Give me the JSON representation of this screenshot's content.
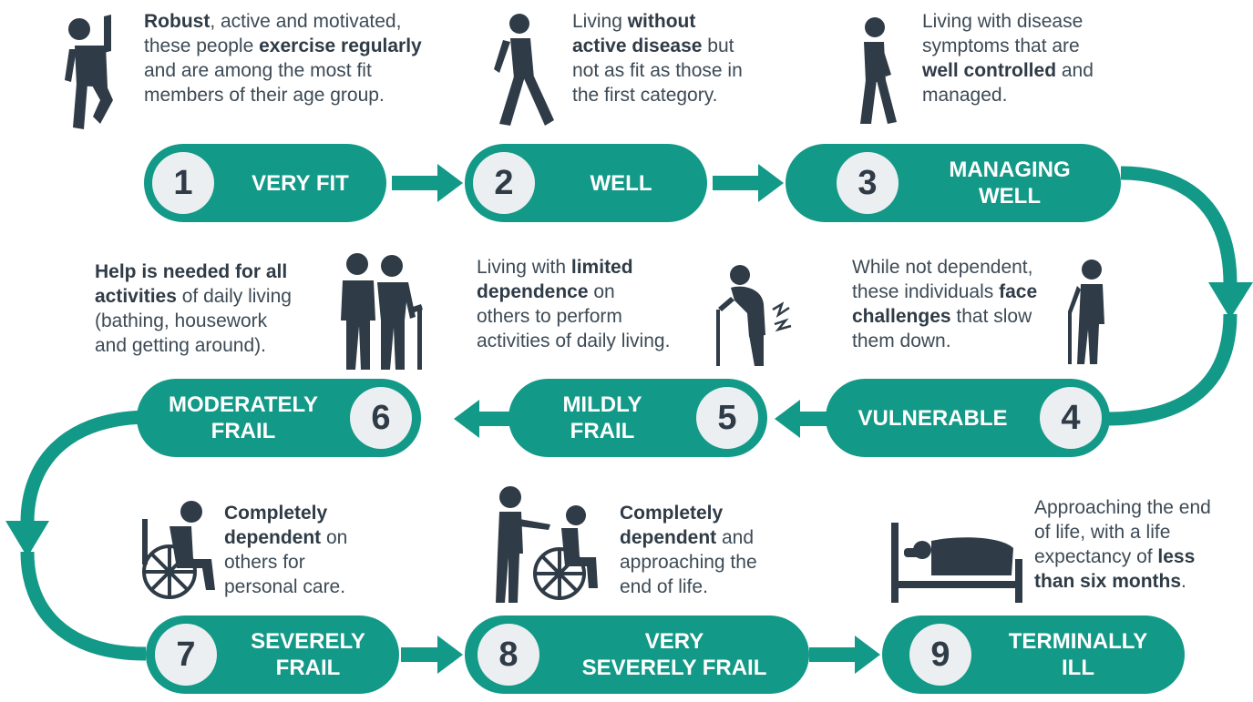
{
  "colors": {
    "teal": "#139987",
    "dark": "#2f3b46",
    "circle_fill": "#ebeff1"
  },
  "stages": [
    {
      "number": "1",
      "label": [
        "VERY FIT"
      ],
      "icon": "exercising-person-icon",
      "description": [
        [
          {
            "t": "Robust",
            "b": true
          },
          {
            "t": ", active and motivated,"
          }
        ],
        [
          {
            "t": "these people "
          },
          {
            "t": "exercise regularly",
            "b": true
          }
        ],
        [
          {
            "t": "and are among the most fit"
          }
        ],
        [
          {
            "t": "members of their age group."
          }
        ]
      ]
    },
    {
      "number": "2",
      "label": [
        "WELL"
      ],
      "icon": "walking-person-icon",
      "description": [
        [
          {
            "t": "Living "
          },
          {
            "t": "without",
            "b": true
          }
        ],
        [
          {
            "t": "active disease",
            "b": true
          },
          {
            "t": " but"
          }
        ],
        [
          {
            "t": "not as fit as those in"
          }
        ],
        [
          {
            "t": "the first category."
          }
        ]
      ]
    },
    {
      "number": "3",
      "label": [
        "MANAGING",
        "WELL"
      ],
      "icon": "walking-slowly-icon",
      "description": [
        [
          {
            "t": "Living with disease"
          }
        ],
        [
          {
            "t": "symptoms that are"
          }
        ],
        [
          {
            "t": "well controlled",
            "b": true
          },
          {
            "t": " and"
          }
        ],
        [
          {
            "t": "managed."
          }
        ]
      ]
    },
    {
      "number": "4",
      "label": [
        "VULNERABLE"
      ],
      "icon": "person-with-cane-icon",
      "description": [
        [
          {
            "t": "While not dependent,"
          }
        ],
        [
          {
            "t": "these individuals "
          },
          {
            "t": "face",
            "b": true
          }
        ],
        [
          {
            "t": "challenges",
            "b": true
          },
          {
            "t": " that slow"
          }
        ],
        [
          {
            "t": "them down."
          }
        ]
      ]
    },
    {
      "number": "5",
      "label": [
        "MILDLY",
        "FRAIL"
      ],
      "icon": "hunched-person-with-cane-icon",
      "description": [
        [
          {
            "t": "Living with "
          },
          {
            "t": "limited",
            "b": true
          }
        ],
        [
          {
            "t": "dependence",
            "b": true
          },
          {
            "t": " on"
          }
        ],
        [
          {
            "t": "others to perform"
          }
        ],
        [
          {
            "t": "activities of daily living."
          }
        ]
      ]
    },
    {
      "number": "6",
      "label": [
        "MODERATELY",
        "FRAIL"
      ],
      "icon": "assisted-elderly-couple-icon",
      "description": [
        [
          {
            "t": "Help is needed for all",
            "b": true
          }
        ],
        [
          {
            "t": "activities",
            "b": true
          },
          {
            "t": " of daily living"
          }
        ],
        [
          {
            "t": "(bathing, housework"
          }
        ],
        [
          {
            "t": "and getting around)."
          }
        ]
      ]
    },
    {
      "number": "7",
      "label": [
        "SEVERELY",
        "FRAIL"
      ],
      "icon": "wheelchair-user-icon",
      "description": [
        [
          {
            "t": "Completely",
            "b": true
          }
        ],
        [
          {
            "t": "dependent",
            "b": true
          },
          {
            "t": " on"
          }
        ],
        [
          {
            "t": "others for"
          }
        ],
        [
          {
            "t": "personal care."
          }
        ]
      ]
    },
    {
      "number": "8",
      "label": [
        "VERY",
        "SEVERELY FRAIL"
      ],
      "icon": "pushed-wheelchair-icon",
      "description": [
        [
          {
            "t": "Completely",
            "b": true
          }
        ],
        [
          {
            "t": "dependent",
            "b": true
          },
          {
            "t": " and"
          }
        ],
        [
          {
            "t": "approaching the"
          }
        ],
        [
          {
            "t": "end of life."
          }
        ]
      ]
    },
    {
      "number": "9",
      "label": [
        "TERMINALLY",
        "ILL"
      ],
      "icon": "person-in-bed-icon",
      "description": [
        [
          {
            "t": "Approaching the end"
          }
        ],
        [
          {
            "t": "of life, with a life"
          }
        ],
        [
          {
            "t": "expectancy of "
          },
          {
            "t": "less",
            "b": true
          }
        ],
        [
          {
            "t": "than six months",
            "b": true
          },
          {
            "t": "."
          }
        ]
      ]
    }
  ]
}
